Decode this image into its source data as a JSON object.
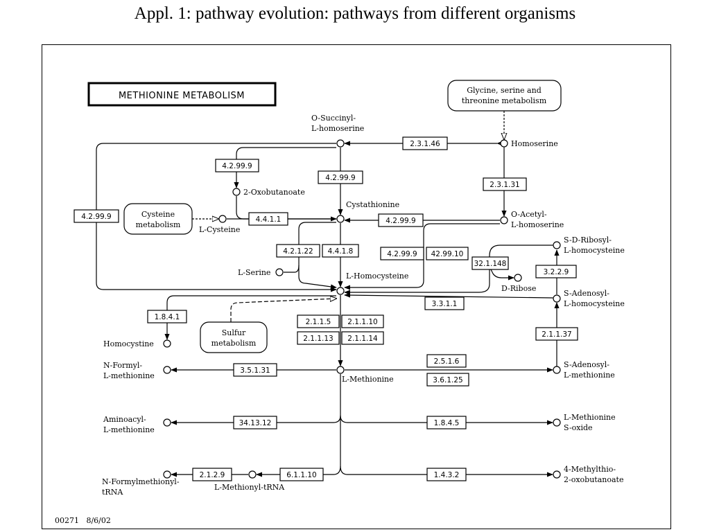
{
  "slide_title": "Appl. 1: pathway evolution: pathways from different organisms",
  "map_title": "METHIONINE METABOLISM",
  "map_footer": "00271   8/6/02",
  "compounds": {
    "o_succinyl_1": "O-Succinyl-",
    "o_succinyl_2": "L-homoserine",
    "homoserine": "Homoserine",
    "oxobutanoate": "2-Oxobutanoate",
    "cystathionine": "Cystathionine",
    "o_acetyl_1": "O-Acetyl-",
    "o_acetyl_2": "L-homoserine",
    "l_cysteine": "L-Cysteine",
    "l_serine": "L-Serine",
    "l_homocysteine": "L-Homocysteine",
    "sdribosyl_1": "S-D-Ribosyl-",
    "sdribosyl_2": "L-homocysteine",
    "d_ribose": "D-Ribose",
    "sadenosyl_hcy_1": "S-Adenosyl-",
    "sadenosyl_hcy_2": "L-homocysteine",
    "homocystine": "Homocystine",
    "n_formyl_1": "N-Formyl-",
    "n_formyl_2": "L-methionine",
    "l_methionine": "L-Methionine",
    "sadenosyl_met_1": "S-Adenosyl-",
    "sadenosyl_met_2": "L-methionine",
    "aminoacyl_1": "Aminoacyl-",
    "aminoacyl_2": "L-methionine",
    "met_sulfoxide_1": "L-Methionine",
    "met_sulfoxide_2": "S-oxide",
    "nformyl_trna_1": "N-Formylmethionyl-",
    "nformyl_trna_2": "tRNA",
    "met_trna": "L-Methionyl-tRNA",
    "methylthio_1": "4-Methylthio-",
    "methylthio_2": "2-oxobutanoate"
  },
  "pathway_links": {
    "glycine_1": "Glycine, serine and",
    "glycine_2": "threonine metabolism",
    "cysteine_1": "Cysteine",
    "cysteine_2": "metabolism",
    "sulfur_1": "Sulfur",
    "sulfur_2": "metabolism"
  },
  "enzymes": {
    "e_23146": "2.3.1.46",
    "e_42999_a": "4.2.99.9",
    "e_42999_b": "4.2.99.9",
    "e_42999_left": "4.2.99.9",
    "e_23131": "2.3.1.31",
    "e_4411": "4.4.1.1",
    "e_42999_c": "4.2.99.9",
    "e_42122": "4.2.1.22",
    "e_4418": "4.4.1.8",
    "e_42999_d": "4.2.99.9",
    "e_429910": "42.99.10",
    "e_321148": "32.1.148",
    "e_3229": "3.2.2.9",
    "e_3311": "3.3.1.1",
    "e_1841": "1.8.4.1",
    "e_2115": "2.1.1.5",
    "e_21110": "2.1.1.10",
    "e_21113": "2.1.1.13",
    "e_21114": "2.1.1.14",
    "e_21137": "2.1.1.37",
    "e_35131": "3.5.1.31",
    "e_2516": "2.5.1.6",
    "e_36125": "3.6.1.25",
    "e_341312": "34.13.12",
    "e_1845": "1.8.4.5",
    "e_2129": "2.1.2.9",
    "e_61110": "6.1.1.10",
    "e_1432": "1.4.3.2"
  }
}
